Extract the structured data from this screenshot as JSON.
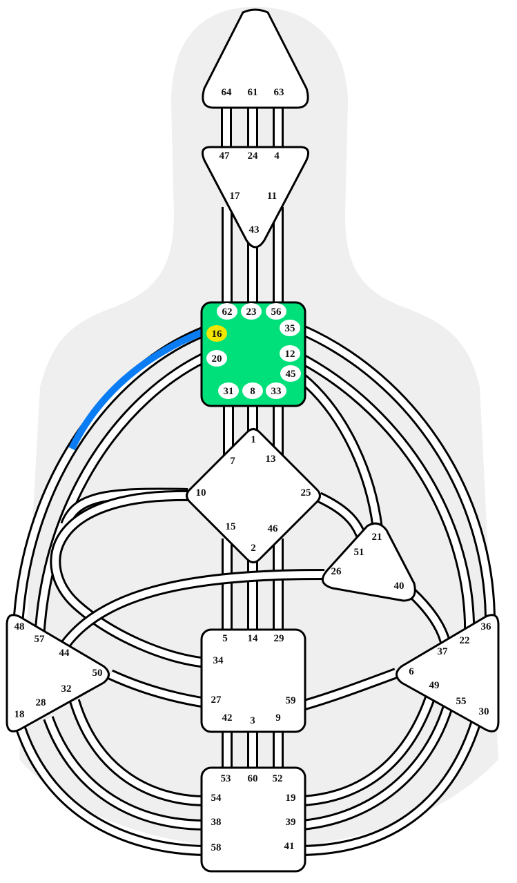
{
  "colors": {
    "silhouette": "#efefef",
    "channel_fill": "#ffffff",
    "channel_outline": "#000000",
    "center_fill": "#ffffff",
    "defined_center": "#00e07a",
    "active_gate": "#f2e600",
    "active_channel": "#0a7df5"
  },
  "centers": [
    {
      "id": "head",
      "defined": false,
      "gates": [
        "64",
        "61",
        "63"
      ]
    },
    {
      "id": "ajna",
      "defined": false,
      "gates": [
        "47",
        "24",
        "4",
        "17",
        "11",
        "43"
      ]
    },
    {
      "id": "throat",
      "defined": true,
      "gates": [
        "62",
        "23",
        "56",
        "16",
        "35",
        "20",
        "12",
        "45",
        "31",
        "8",
        "33"
      ]
    },
    {
      "id": "g",
      "defined": false,
      "gates": [
        "1",
        "7",
        "13",
        "10",
        "25",
        "15",
        "46",
        "2"
      ]
    },
    {
      "id": "heart",
      "defined": false,
      "gates": [
        "21",
        "51",
        "26",
        "40"
      ]
    },
    {
      "id": "sacral",
      "defined": false,
      "gates": [
        "5",
        "14",
        "29",
        "34",
        "27",
        "59",
        "42",
        "3",
        "9"
      ]
    },
    {
      "id": "spleen",
      "defined": false,
      "gates": [
        "48",
        "57",
        "44",
        "50",
        "32",
        "28",
        "18"
      ]
    },
    {
      "id": "solar-plexus",
      "defined": false,
      "gates": [
        "36",
        "22",
        "37",
        "6",
        "49",
        "55",
        "30"
      ]
    },
    {
      "id": "root",
      "defined": false,
      "gates": [
        "53",
        "60",
        "52",
        "54",
        "19",
        "38",
        "39",
        "58",
        "41"
      ]
    }
  ],
  "active_gates": [
    "16"
  ],
  "active_channel": "16-48"
}
